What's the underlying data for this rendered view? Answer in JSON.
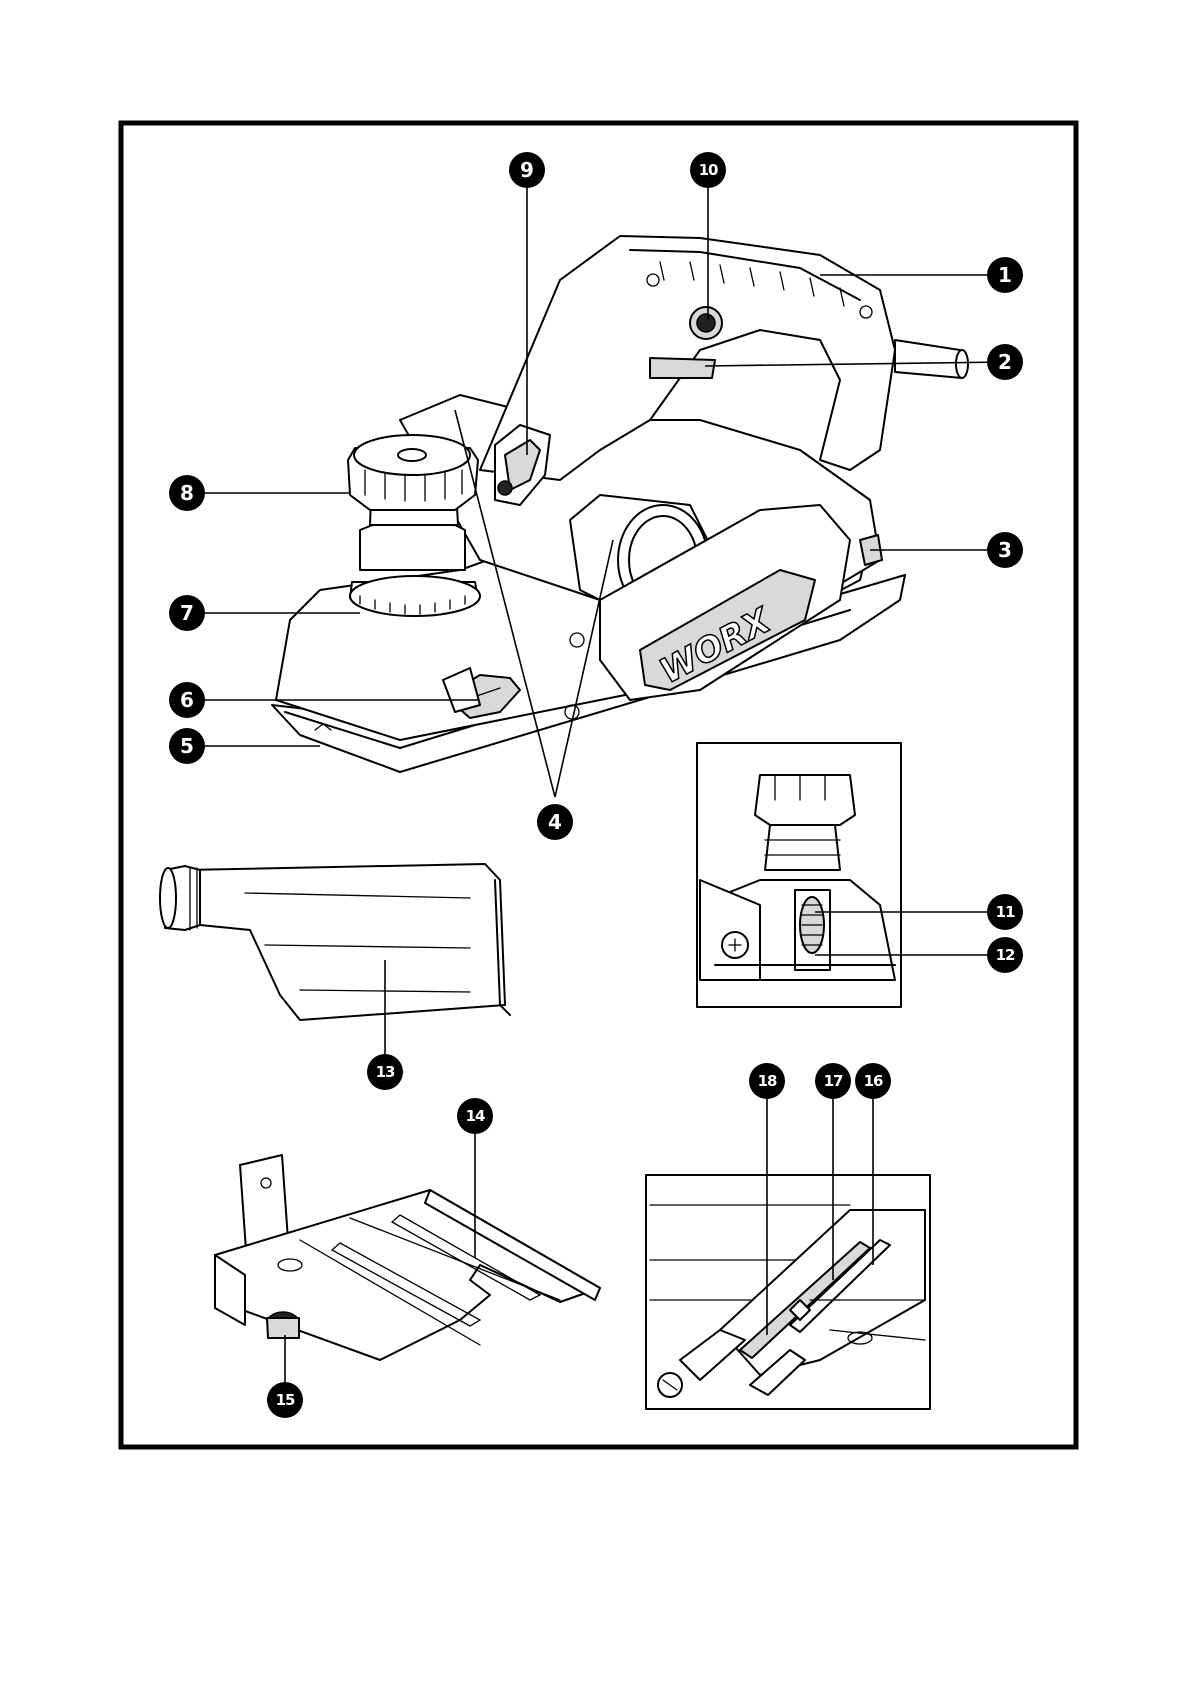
{
  "brand_text": "WORX",
  "callouts": [
    {
      "id": "c1",
      "label": "1"
    },
    {
      "id": "c2",
      "label": "2"
    },
    {
      "id": "c3",
      "label": "3"
    },
    {
      "id": "c4",
      "label": "4"
    },
    {
      "id": "c5",
      "label": "5"
    },
    {
      "id": "c6",
      "label": "6"
    },
    {
      "id": "c7",
      "label": "7"
    },
    {
      "id": "c8",
      "label": "8"
    },
    {
      "id": "c9",
      "label": "9"
    },
    {
      "id": "c10",
      "label": "10"
    },
    {
      "id": "c11",
      "label": "11"
    },
    {
      "id": "c12",
      "label": "12"
    },
    {
      "id": "c13",
      "label": "13"
    },
    {
      "id": "c14",
      "label": "14"
    },
    {
      "id": "c15",
      "label": "15"
    },
    {
      "id": "c16",
      "label": "16"
    },
    {
      "id": "c17",
      "label": "17"
    },
    {
      "id": "c18",
      "label": "18"
    }
  ],
  "colors": {
    "ink": "#000000",
    "paper": "#ffffff",
    "shade": "#d9d9d9"
  }
}
